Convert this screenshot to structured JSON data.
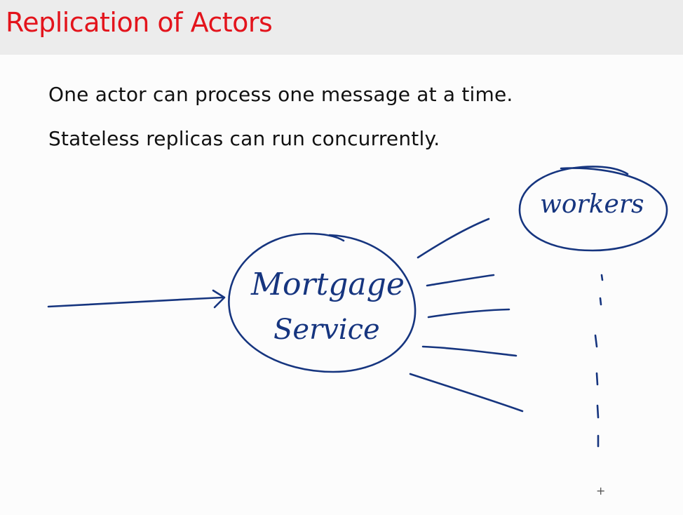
{
  "slide": {
    "title": "Replication of Actors",
    "lines": [
      "One actor can process one message at a time.",
      "Stateless replicas can run concurrently."
    ]
  },
  "sketch": {
    "service_label_line1": "Mortgage",
    "service_label_line2": "Service",
    "workers_label": "workers"
  },
  "colors": {
    "title": "#e3141c",
    "ink": "#16357f",
    "title_bar": "#ececec"
  },
  "icons": {
    "nav": "plus-icon"
  }
}
